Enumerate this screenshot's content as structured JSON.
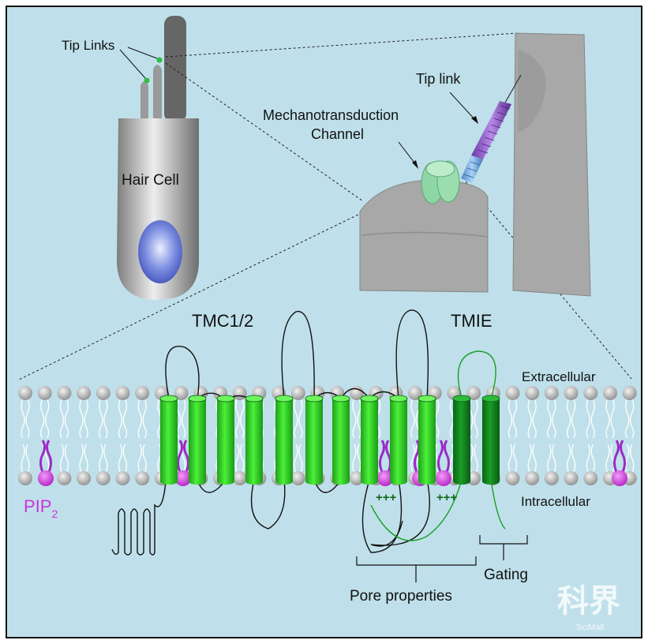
{
  "labels": {
    "tip_links": "Tip Links",
    "hair_cell": "Hair Cell",
    "mechano_line1": "Mechanotransduction",
    "mechano_line2": "Channel",
    "tip_link": "Tip link",
    "tmc": "TMC1/2",
    "tmie": "TMIE",
    "extracellular": "Extracellular",
    "intracellular": "Intracellular",
    "pip_main": "PIP",
    "pip_sub": "2",
    "pore_properties": "Pore properties",
    "gating": "Gating",
    "plus_left": "+++",
    "plus_right": "+++",
    "watermark_cn": "科界",
    "watermark_en": "SciMall"
  },
  "colors": {
    "background": "#bfe0ea",
    "helix": "#33dd22",
    "tmie_helix": "#138a1f",
    "pip": "#cc33dd",
    "lipid_head": "#a8a8a8",
    "cell_gray": "#a9a9a9",
    "tip_link": "#8a4fc4",
    "channel": "#8fd6a6"
  }
}
